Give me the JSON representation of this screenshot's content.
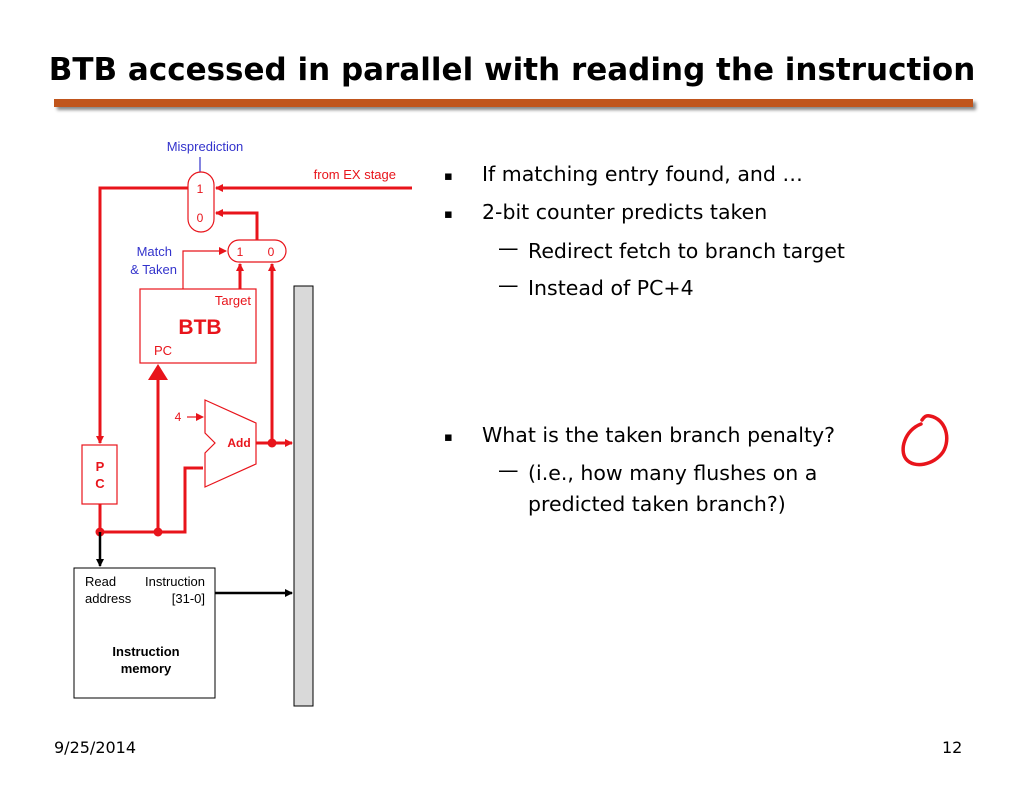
{
  "slide": {
    "title": "BTB accessed in parallel with reading the instruction",
    "date": "9/25/2014",
    "page_number": "12"
  },
  "bullets": [
    {
      "level": 1,
      "marker": "▪",
      "text": "If matching entry found, and …"
    },
    {
      "level": 1,
      "marker": "▪",
      "text": "2-bit counter predicts taken"
    },
    {
      "level": 2,
      "marker": "—",
      "text": "Redirect fetch to branch target"
    },
    {
      "level": 2,
      "marker": "—",
      "text": "Instead of PC+4"
    },
    {
      "level": 1,
      "marker": "▪",
      "text": "What is the taken branch penalty?"
    },
    {
      "level": 2,
      "marker": "—",
      "text": "(i.e., how many flushes on a predicted taken branch?)"
    }
  ],
  "diagram": {
    "misprediction_label": "Misprediction",
    "from_ex_label": "from EX stage",
    "mux1_top": "1",
    "mux1_bottom": "0",
    "match_label_1": "Match",
    "match_label_2": "& Taken",
    "mux2_left": "1",
    "mux2_right": "0",
    "btb_name": "BTB",
    "btb_target": "Target",
    "btb_pc": "PC",
    "adder_const": "4",
    "adder_name": "Add",
    "pc_line1": "P",
    "pc_line2": "C",
    "imem_read": "Read",
    "imem_address": "address",
    "imem_instruction": "Instruction",
    "imem_bits": "[31-0]",
    "imem_name_1": "Instruction",
    "imem_name_2": "memory"
  },
  "annotation": {
    "handwritten_answer": "0"
  },
  "colors": {
    "wire": "#e8141b",
    "label_blue": "#3333cc",
    "title_rule": "#c0551c",
    "pipeline_register": "#d9d9d9"
  }
}
